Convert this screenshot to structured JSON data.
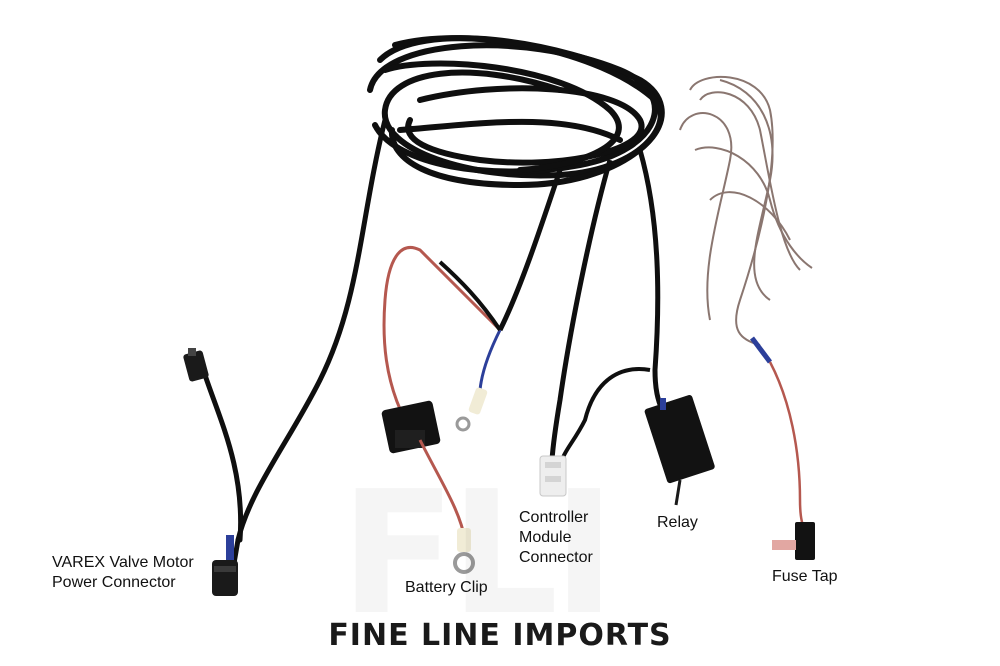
{
  "labels": {
    "valve_connector": [
      "VAREX Valve Motor",
      "Power Connector"
    ],
    "battery_clip": "Battery Clip",
    "controller_connector": [
      "Controller",
      "Module",
      "Connector"
    ],
    "relay": "Relay",
    "fuse_tap": "Fuse Tap"
  },
  "watermark_text": "FLI",
  "brand": "FINE LINE IMPORTS",
  "colors": {
    "background": "#ffffff",
    "cable_black": "#0f0f0f",
    "wire_red": "#b5584f",
    "wire_brown": "#8a7670",
    "wire_blue": "#2c3f9a",
    "connector_white": "#eeeeee"
  }
}
